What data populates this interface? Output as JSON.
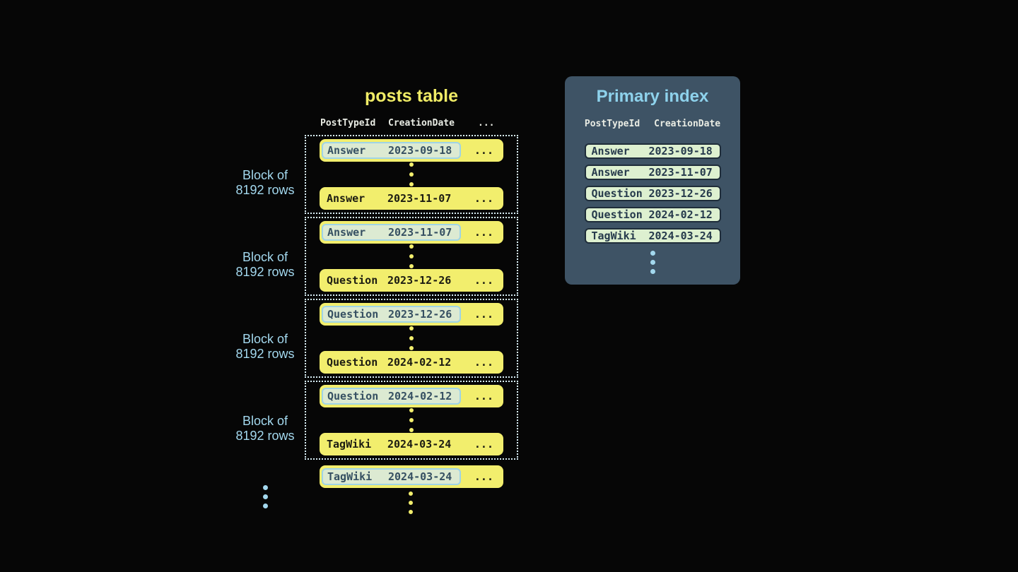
{
  "posts_table": {
    "title": "posts table",
    "columns": [
      "PostTypeId",
      "CreationDate"
    ],
    "ellipsis": "...",
    "blocks": [
      {
        "label_line1": "Block of",
        "label_line2": "8192 rows",
        "first": {
          "type": "Answer",
          "date": "2023-09-18"
        },
        "last": {
          "type": "Answer",
          "date": "2023-11-07"
        }
      },
      {
        "label_line1": "Block of",
        "label_line2": "8192 rows",
        "first": {
          "type": "Answer",
          "date": "2023-11-07"
        },
        "last": {
          "type": "Question",
          "date": "2023-12-26"
        }
      },
      {
        "label_line1": "Block of",
        "label_line2": "8192 rows",
        "first": {
          "type": "Question",
          "date": "2023-12-26"
        },
        "last": {
          "type": "Question",
          "date": "2024-02-12"
        }
      },
      {
        "label_line1": "Block of",
        "label_line2": "8192 rows",
        "first": {
          "type": "Question",
          "date": "2024-02-12"
        },
        "last": {
          "type": "TagWiki",
          "date": "2024-03-24"
        }
      }
    ],
    "overflow_row": {
      "type": "TagWiki",
      "date": "2024-03-24"
    }
  },
  "primary_index": {
    "title": "Primary index",
    "columns": [
      "PostTypeId",
      "CreationDate"
    ],
    "entries": [
      {
        "type": "Answer",
        "date": "2023-09-18"
      },
      {
        "type": "Answer",
        "date": "2023-11-07"
      },
      {
        "type": "Question",
        "date": "2023-12-26"
      },
      {
        "type": "Question",
        "date": "2024-02-12"
      },
      {
        "type": "TagWiki",
        "date": "2024-03-24"
      }
    ]
  },
  "colors": {
    "background": "#060606",
    "title_yellow": "#f0ec66",
    "row_yellow": "#f2ee6d",
    "plain_text": "#1c1c12",
    "highlight_cell_bg": "#dcead2",
    "highlight_cell_border": "#9fd4e6",
    "highlight_text": "#365062",
    "index_cell_bg": "#ddf0d0",
    "index_cell_border": "#1f2d3a",
    "index_cell_text": "#263a4c",
    "panel_bg": "#3e5365",
    "panel_title": "#8ed2ec",
    "accent_blue": "#a3d8ee",
    "header_text": "#e9ece4",
    "dotted_border": "#d8eef6"
  }
}
